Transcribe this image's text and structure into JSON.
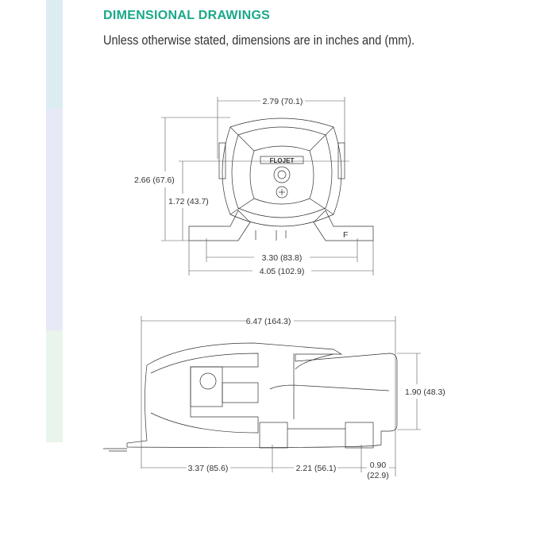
{
  "heading": "DIMENSIONAL DRAWINGS",
  "subtitle": "Unless otherwise stated, dimensions are in inches and (mm).",
  "colors": {
    "accent": "#1aa889",
    "bar_top": "#dcedf1",
    "bar_mid": "#e7e9f6",
    "bar_bottom": "#e9f4ea"
  },
  "front_view": {
    "logo": "FLOJET",
    "mark": "F",
    "width": "2.79 (70.1)",
    "height": "2.66 (67.6)",
    "inlet_height": "1.72 (43.7)",
    "mount_spacing": "3.30 (83.8)",
    "base_width": "4.05 (102.9)"
  },
  "side_view": {
    "length": "6.47 (164.3)",
    "height": "1.90 (48.3)",
    "a": "3.37 (85.6)",
    "b": "2.21 (56.1)",
    "c1": "0.90",
    "c2": "(22.9)"
  }
}
